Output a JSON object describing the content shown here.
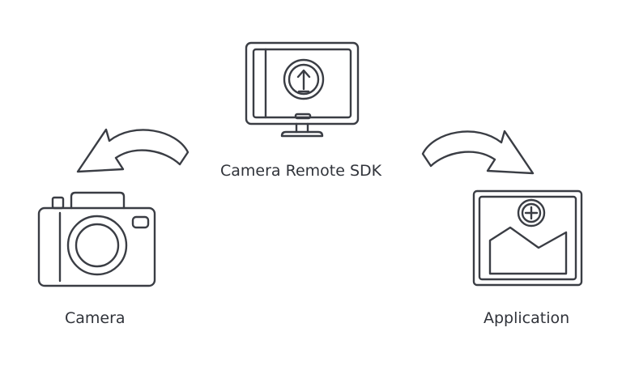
{
  "labels": {
    "sdk": "Camera Remote SDK",
    "camera": "Camera",
    "application": "Application"
  },
  "colors": {
    "stroke": "#3a3d44",
    "fill": "#ffffff"
  },
  "icons": {
    "sdk": "monitor-upload-icon",
    "camera": "camera-icon",
    "application": "image-add-icon",
    "left_arrow": "curved-arrow-left-icon",
    "right_arrow": "curved-arrow-right-icon"
  }
}
